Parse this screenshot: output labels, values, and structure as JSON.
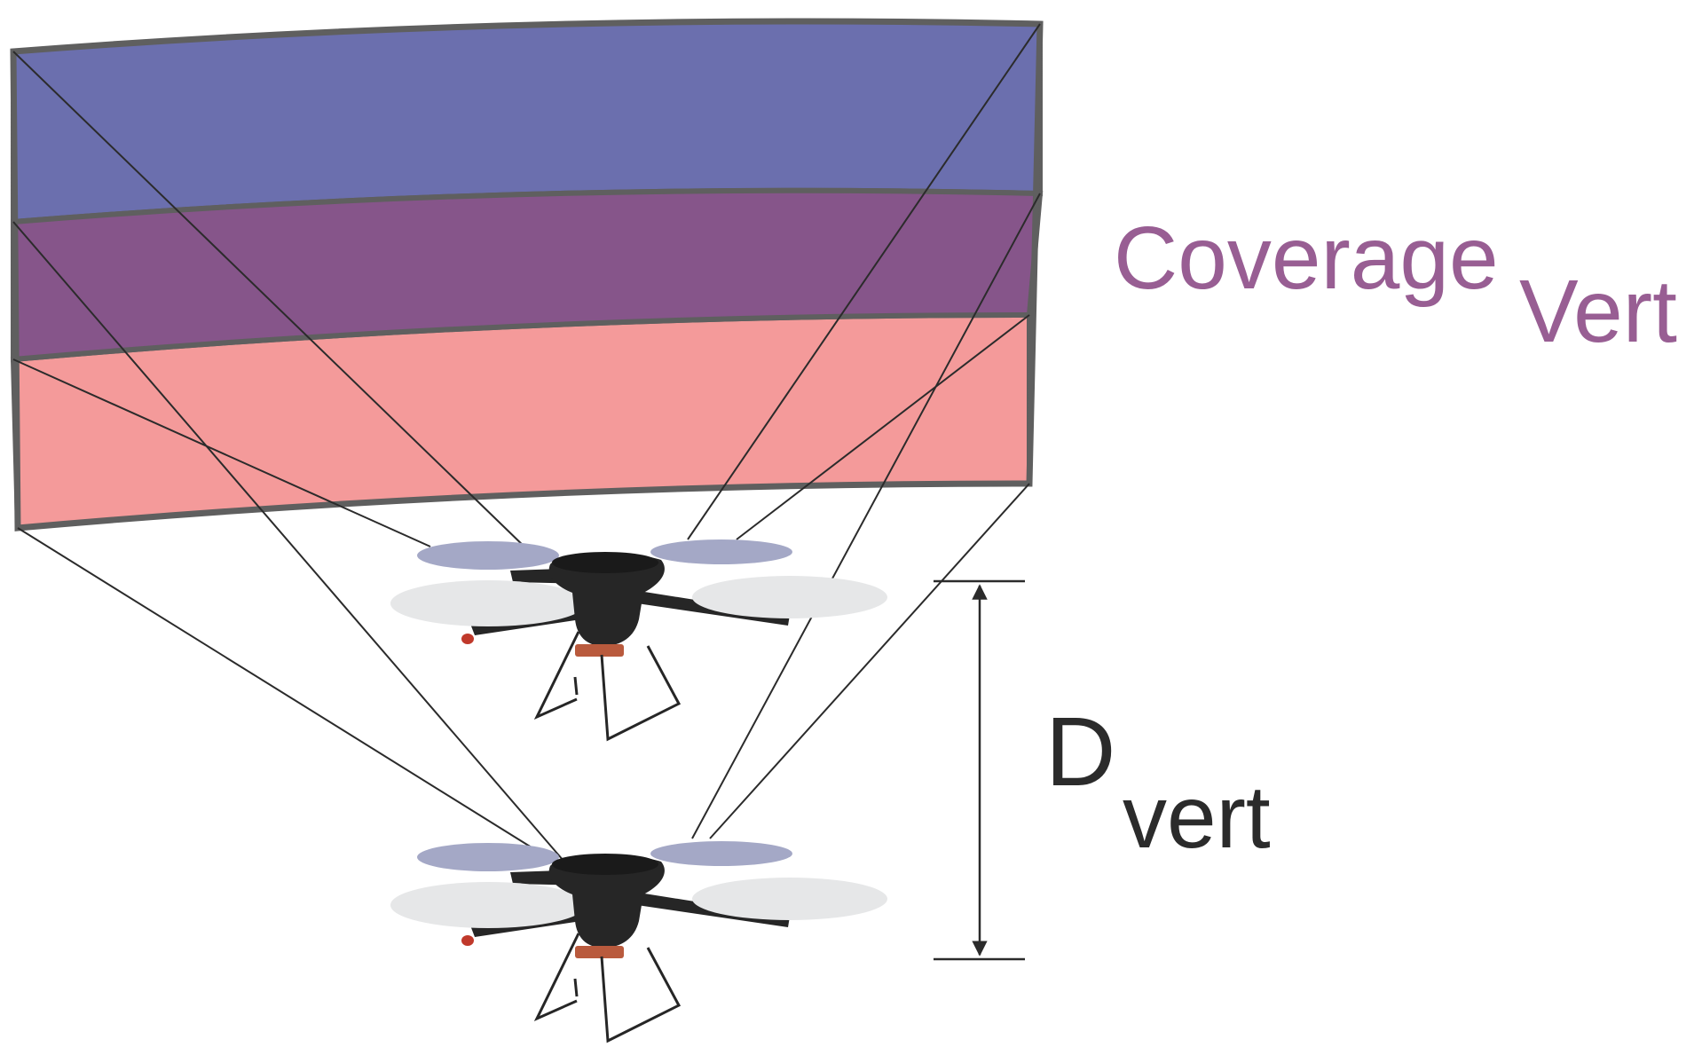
{
  "labels": {
    "coverage_main": "Coverage",
    "coverage_sub": "Vert",
    "distance_main": "D",
    "distance_sub": "vert"
  },
  "colors": {
    "band_upper": "#6b6fae",
    "band_overlap": "#86558a",
    "band_lower": "#f49a9a",
    "band_stroke": "#5f5f5f",
    "coverage_label": "#985e93",
    "distance_label": "#2b2b2b",
    "lines": "#2b2b2b",
    "drone_body": "#262626",
    "propeller_dark": "#a4a8c6",
    "propeller_light": "#e6e7e8",
    "battery": "#b95a3d"
  },
  "icons": {
    "upper_drone": "quadcopter-drone-icon",
    "lower_drone": "quadcopter-drone-icon"
  }
}
